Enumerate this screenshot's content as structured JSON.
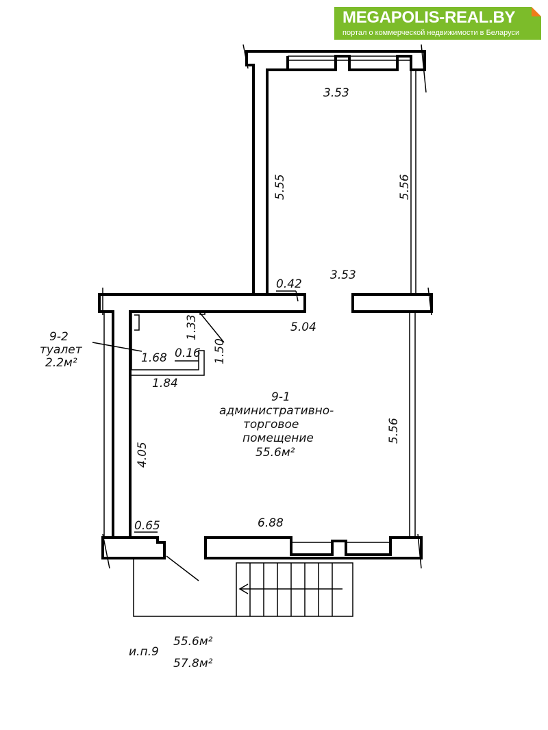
{
  "logo": {
    "title": "MEGAPOLIS-REAL.BY",
    "subtitle": "портал о коммерческой недвижимости в Беларуси",
    "brand_color": "#7cbc2a",
    "accent_color": "#f07b1a"
  },
  "dimensions": {
    "top_width_upper": "3.53",
    "top_left_height": "5.55",
    "top_right_height": "5.56",
    "top_width_lower": "3.53",
    "wall_stub": "0.42",
    "middle_width": "5.04",
    "wc_height": "1.33",
    "door_width": "1.50",
    "wc_depth": "1.68",
    "wc_wall": "0.16",
    "wc_width": "1.84",
    "left_height": "4.05",
    "right_height": "5.56",
    "bottom_stub": "0.65",
    "bottom_width": "6.88"
  },
  "rooms": [
    {
      "number": "9-2",
      "name": "туалет",
      "area": "2.2м²"
    },
    {
      "number": "9-1",
      "name_line1": "административно-",
      "name_line2": "торговое",
      "name_line3": "помещение",
      "area": "55.6м²"
    }
  ],
  "summary": {
    "label": "и.п.9",
    "area_main": "55.6м²",
    "area_total": "57.8м²"
  }
}
